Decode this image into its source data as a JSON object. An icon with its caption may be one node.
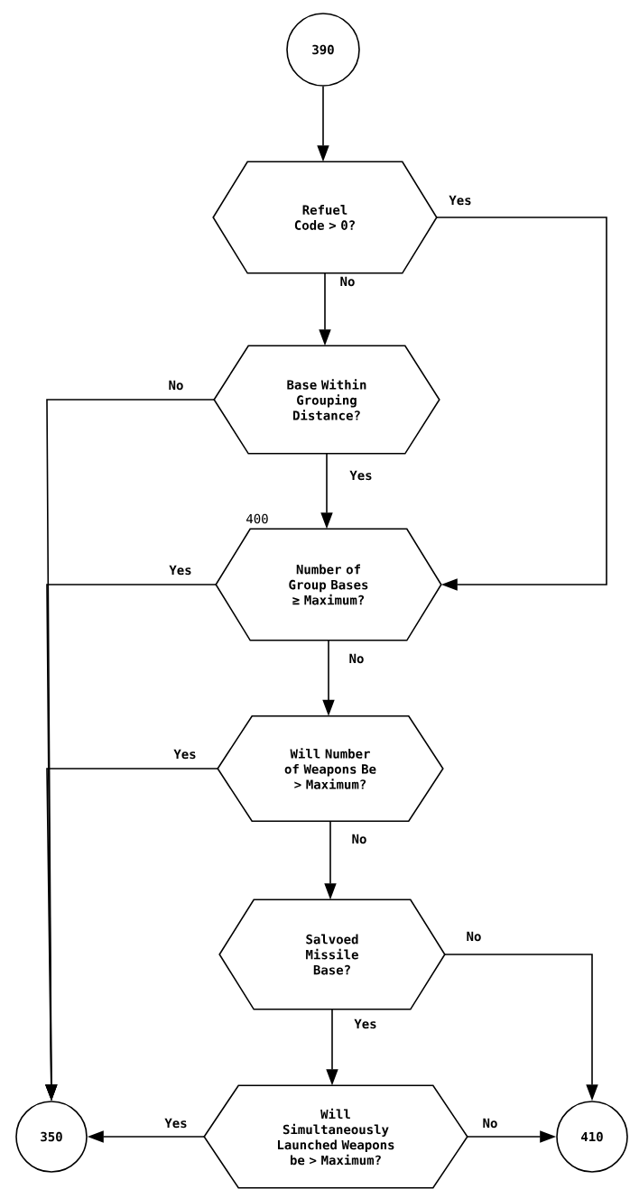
{
  "diagram": {
    "nodes": [
      {
        "text": [
          "390"
        ]
      },
      {
        "text": [
          "Refuel Code > 0?"
        ]
      },
      {
        "text": [
          "Base Within Grouping Distance?"
        ]
      },
      {
        "text": [
          "Number of Group Bases ≥ Maximum?"
        ],
        "beside": [
          "400"
        ]
      },
      {
        "text": [
          "Will Number of Weapons Be > Maximum?"
        ]
      },
      {
        "text": [
          "Salvoed Missile Base?"
        ]
      },
      {
        "text": [
          "Will Simultaneously Launched Weapons be > Maximum?"
        ]
      },
      {
        "text": [
          "350"
        ]
      },
      {
        "text": [
          "410"
        ]
      }
    ],
    "edges": [
      {
        "from": 0,
        "to": 1,
        "arrow": "to"
      },
      {
        "from": 1,
        "to": 2,
        "arrow": "to",
        "label": "No"
      },
      {
        "from": 1,
        "to": 3,
        "arrow": "to",
        "label": "Yes"
      },
      {
        "from": 2,
        "to": 7,
        "arrow": "to",
        "label": "No"
      },
      {
        "from": 2,
        "to": 3,
        "arrow": "to",
        "label": "Yes"
      },
      {
        "from": 3,
        "to": 7,
        "arrow": "to",
        "label": "Yes"
      },
      {
        "from": 3,
        "to": 4,
        "arrow": "to",
        "label": "No"
      },
      {
        "from": 4,
        "to": 7,
        "arrow": "to",
        "label": "Yes"
      },
      {
        "from": 4,
        "to": 5,
        "arrow": "to",
        "label": "No"
      },
      {
        "from": 5,
        "to": 6,
        "arrow": "to",
        "label": "Yes"
      },
      {
        "from": 5,
        "to": 8,
        "arrow": "to",
        "label": "No"
      },
      {
        "from": 6,
        "to": 7,
        "arrow": "to",
        "label": "Yes"
      },
      {
        "from": 6,
        "to": 8,
        "arrow": "to",
        "label": "No"
      }
    ]
  }
}
